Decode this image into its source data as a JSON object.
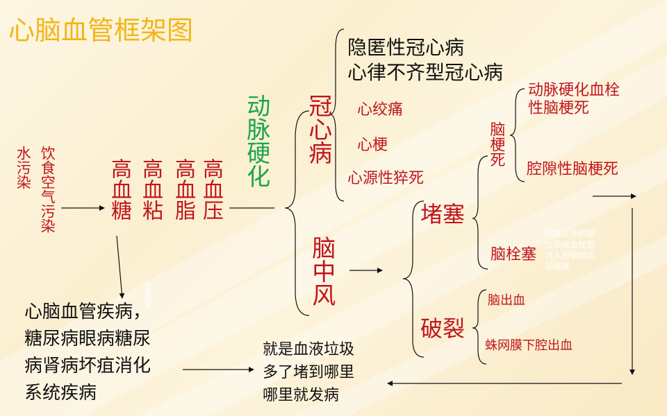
{
  "title": "心脑血管框架图",
  "causes": {
    "line1": "饮食空气污染",
    "line2": "水污染"
  },
  "risk_factors": [
    "高血压",
    "高血脂",
    "高血粘",
    "高血糖"
  ],
  "hidden_note": "血糖病眼病",
  "artery": "动脉硬化",
  "coronary": {
    "label": "冠心病",
    "types": [
      "隐匿性冠心病",
      "心律不齐型冠心病",
      "心绞痛",
      "心梗",
      "心源性猝死"
    ]
  },
  "stroke": {
    "label": "脑中风",
    "blockage": {
      "label": "堵塞",
      "infarction": {
        "label": "脑梗死",
        "types": [
          "动脉硬化血栓性脑梗死",
          "腔隙性脑梗死"
        ]
      },
      "embolism": "脑栓塞",
      "embolism_note": "在脑以外的部位形成血栓后流入到脑部出现堵塞"
    },
    "rupture": {
      "label": "破裂",
      "types": [
        "脑出血",
        "蛛网膜下腔出血"
      ]
    }
  },
  "diseases": {
    "lines": [
      "心脑血管疾病，",
      "糖尿病眼病糖尿",
      "病肾病坏疽消化",
      "系统疾病"
    ]
  },
  "conclusion": {
    "lines": [
      "就是血液垃圾",
      "多了堵到哪里",
      "哪里就发病"
    ]
  },
  "colors": {
    "title": "#f2b61a",
    "red_text": "#c0151b",
    "green_text": "#19a64a",
    "black_text": "#111111",
    "background": "#fbefd0"
  }
}
